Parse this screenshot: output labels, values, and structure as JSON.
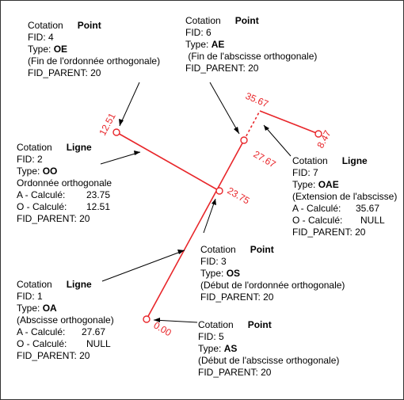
{
  "colors": {
    "feature": "#e8262a",
    "leader": "#000000",
    "text": "#000000"
  },
  "labels": {
    "oe": {
      "head": "Cotation",
      "kind": "Point",
      "fid": "FID: 4",
      "type_prefix": "Type: ",
      "type_code": "OE",
      "desc": "(Fin de l'ordonnée orthogonale)",
      "parent": "FID_PARENT: 20"
    },
    "ae": {
      "head": "Cotation",
      "kind": "Point",
      "fid": "FID: 6",
      "type_prefix": "Type: ",
      "type_code": "AE",
      "desc": " (Fin de l'abscisse orthogonale)",
      "parent": "FID_PARENT: 20"
    },
    "oo": {
      "head": "Cotation",
      "kind": "Ligne",
      "fid": "FID: 2",
      "type_prefix": "Type: ",
      "type_code": "OO",
      "desc": "Ordonnée orthogonale",
      "a_label": "A - Calculé:",
      "a_value": "23.75",
      "o_label": "O - Calculé:",
      "o_value": "12.51",
      "parent": "FID_PARENT: 20"
    },
    "oae": {
      "head": "Cotation",
      "kind": "Ligne",
      "fid": "FID: 7",
      "type_prefix": "Type: ",
      "type_code": "OAE",
      "desc": "(Extension de l'abscisse)",
      "a_label": "A - Calculé:",
      "a_value": "35.67",
      "o_label": "O - Calculé:",
      "o_value": "NULL",
      "parent": "FID_PARENT: 20"
    },
    "os": {
      "head": "Cotation",
      "kind": "Point",
      "fid": "FID: 3",
      "type_prefix": "Type: ",
      "type_code": "OS",
      "desc": "(Début de l'ordonnée orthogonale)",
      "parent": "FID_PARENT: 20"
    },
    "oa": {
      "head": "Cotation",
      "kind": "Ligne",
      "fid": "FID: 1",
      "type_prefix": "Type: ",
      "type_code": "OA",
      "desc": "(Abscisse orthogonale)",
      "a_label": "A - Calculé:",
      "a_value": "27.67",
      "o_label": "O - Calculé:",
      "o_value": "NULL",
      "parent": "FID_PARENT: 20"
    },
    "as": {
      "head": "Cotation",
      "kind": "Point",
      "fid": "FID: 5",
      "type_prefix": "Type: ",
      "type_code": "AS",
      "desc": "(Début de l'abscisse orthogonale)",
      "parent": "FID_PARENT: 20"
    }
  },
  "measures": {
    "end_ordinate": "12.51",
    "foot": "23.75",
    "end_abscissa": "27.67",
    "extension": "35.67",
    "offset": "8.47",
    "start": "0.00"
  }
}
